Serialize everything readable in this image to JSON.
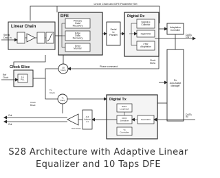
{
  "diagram": {
    "bus_top_label": "Linear Chain and DFE Parameter Set",
    "linear_chain": {
      "title": "Linear Chain",
      "input_line1": "Serial",
      "input_line2": "Data In"
    },
    "dfe": {
      "title": "DFE",
      "primary_data_recovery": [
        "Primary",
        "Data",
        "Recovery"
      ],
      "edge_data_recovery": [
        "Edge",
        "Data",
        "Recovery"
      ],
      "error_monitor": [
        "Error",
        "Monitor"
      ]
    },
    "serial_parallel": [
      "Serial",
      "to",
      "Parallel"
    ],
    "digital_rx": {
      "title": "Digital Rx",
      "statistics_collector": [
        "Statistics",
        "Collector"
      ],
      "fast_fifo": "Fast/FIFO",
      "cdr_adaptation": [
        "CDR",
        "Adaptation"
      ]
    },
    "adaptation_controller": [
      "Adaptation",
      "Controller"
    ],
    "data_out": [
      "DATA",
      "OUT"
    ],
    "clock_slice": {
      "title": "Clock Slice",
      "ref_clock": [
        "Ref",
        "Clock"
      ],
      "lc_pll": [
        "LC",
        "PLL"
      ]
    },
    "cdr_interpolator": [
      "CD",
      "Interp"
    ],
    "phase_command": "Phase command",
    "clock_skew": [
      "Clock",
      "Skew"
    ],
    "autoadapt_manager": [
      "Rx",
      "Auto-Adapt",
      "Manager"
    ],
    "tx_interpolator": [
      "Tx",
      "Interp"
    ],
    "digital_tx": {
      "title": "Digital Tx",
      "bist_loopback": [
        "BIST",
        "Loopback"
      ],
      "fifo_serializer": [
        "FIFO",
        "Serializer"
      ],
      "fast_fifo": "Fast/FIFO",
      "tx_controller": [
        "Tx",
        "Controller"
      ]
    },
    "data_in": [
      "DATA",
      "IN"
    ],
    "clock_block": [
      "Clock",
      "Block"
    ],
    "ffe_adapter": [
      "4x4",
      "Adapter",
      "4:1"
    ],
    "out_driver": "Out Driver",
    "out_labels": [
      "Out",
      "Out"
    ],
    "tx_clock": [
      "Tx",
      "Clock"
    ]
  },
  "caption": {
    "line1": "S28 Architecture with Adaptive Linear",
    "line2": "Equalizer and 10 Taps DFE"
  },
  "colors": {
    "line": "#2a2a2a",
    "dfe_fill": "#e8e8e8",
    "caption": "#333333"
  }
}
